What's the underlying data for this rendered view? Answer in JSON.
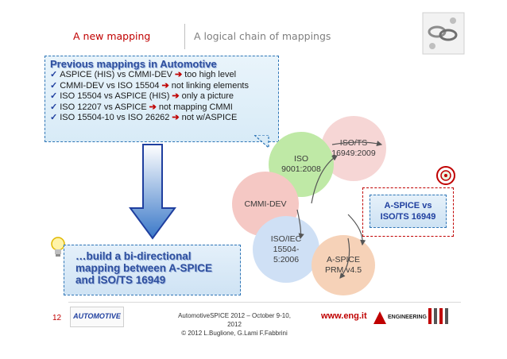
{
  "header": {
    "left_title": "A new mapping",
    "right_title": "A logical chain of mappings"
  },
  "callout": {
    "title": "Previous mappings in Automotive",
    "items": [
      {
        "left": "ASPICE (HIS) vs CMMI-DEV",
        "right": "too high level"
      },
      {
        "left": "CMMI-DEV vs ISO 15504",
        "right": "not linking elements"
      },
      {
        "left": "ISO 15504 vs ASPICE (HIS)",
        "right": "only a picture"
      },
      {
        "left": "ISO 12207 vs ASPICE",
        "right": "not mapping CMMI"
      },
      {
        "left": "ISO 15504-10 vs ISO 26262",
        "right": "not w/ASPICE"
      }
    ]
  },
  "goal": {
    "lines": [
      "…build a bi-directional",
      "mapping between A-SPICE",
      "and ISO/TS 16949"
    ]
  },
  "diagram": {
    "circles": {
      "iso_ts": "ISO/TS 16949:2009",
      "iso_9001": "ISO 9001:2008",
      "cmmi_dev": "CMMI-DEV",
      "iso_iec": "ISO/IEC 15504-5:2006",
      "a_spice_prm": "A-SPICE PRM v4.5"
    },
    "target_box_lines": [
      "A-SPICE vs",
      "ISO/TS 16949"
    ]
  },
  "footer": {
    "page_number": "12",
    "conference": "AutomotiveSPICE 2012 – October 9-10, 2012",
    "copyright": "© 2012 L.Buglione, G.Lami F.Fabbrini",
    "url": "www.eng.it",
    "logo_left_text": "AUTOMOTIVE",
    "logo_eng_text": "ENGINEERING"
  },
  "colors": {
    "accent_red": "#c00000",
    "title_blue": "#2e4f9e",
    "circle_ts": "#f6d6d5",
    "circle_9001": "#bfe9a6",
    "circle_cmmi": "#f5c8c4",
    "circle_iec": "#cfe0f5",
    "circle_prm": "#f6d2b8"
  }
}
